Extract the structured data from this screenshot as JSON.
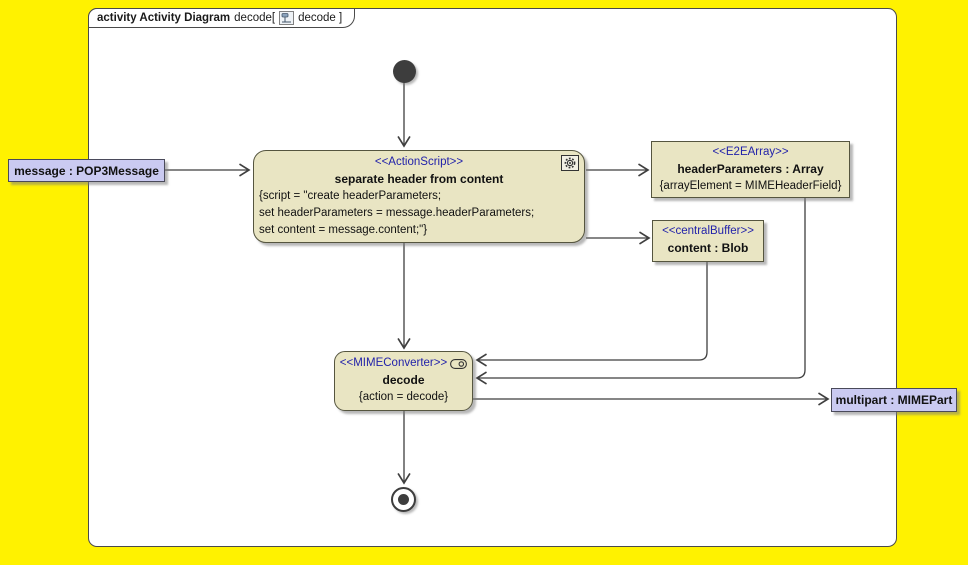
{
  "header": {
    "tab": {
      "title_bold": "activity Activity Diagram",
      "title_mid": "decode[",
      "title_suffix": "decode ]"
    }
  },
  "colors": {
    "canvas_yellow": "#FFF200",
    "node_fill": "#E9E5C3",
    "parameter_fill": "#CACAF1",
    "stereotype_blue": "#2222AA",
    "edge_gray": "#3f3f3f"
  },
  "nodes": {
    "action": {
      "stereotype": "<<ActionScript>>",
      "name": "separate header from content",
      "script_lines": [
        "{script = \"create headerParameters;",
        "set headerParameters = message.headerParameters;",
        "set content = message.content;\"}"
      ]
    },
    "header_parameters": {
      "stereotype": "<<E2EArray>>",
      "name": "headerParameters : Array",
      "body": "{arrayElement = MIMEHeaderField}"
    },
    "content_blob": {
      "stereotype": "<<centralBuffer>>",
      "name": "content : Blob"
    },
    "decode": {
      "stereotype": "<<MIMEConverter>>",
      "name": "decode",
      "body": "{action = decode}"
    },
    "message_param": {
      "name": "message : POP3Message"
    },
    "multipart_param": {
      "name": "multipart : MIMEPart"
    }
  }
}
